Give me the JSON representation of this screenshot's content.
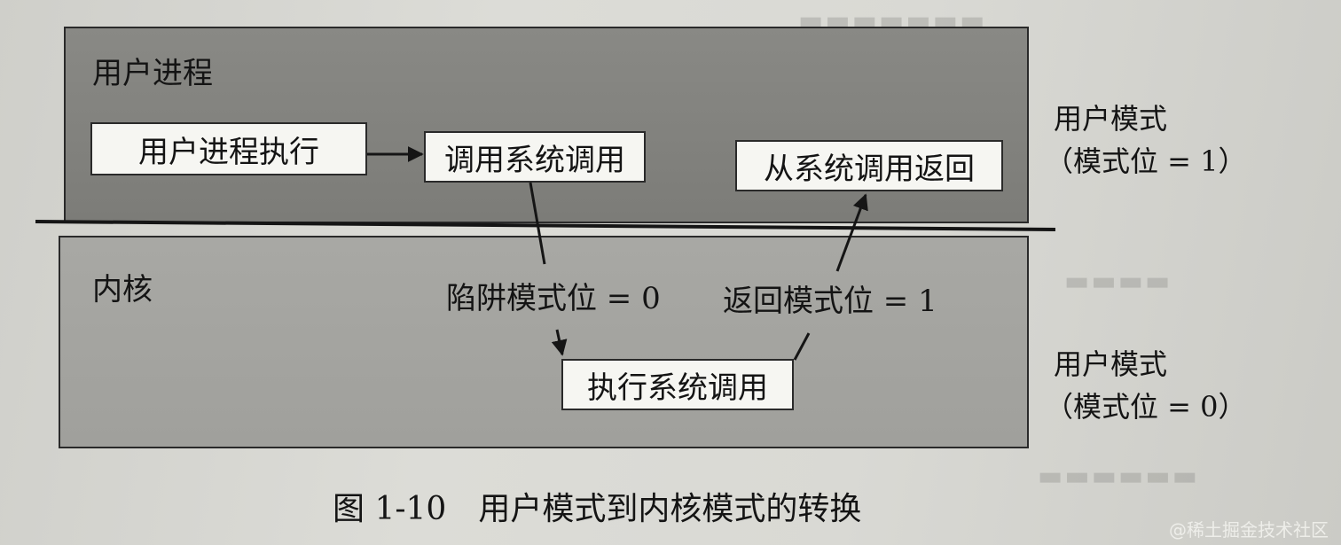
{
  "diagram": {
    "user_process_title": "用户进程",
    "kernel_title": "内核",
    "box_user_exec": "用户进程执行",
    "box_call_syscall": "调用系统调用",
    "box_return_syscall": "从系统调用返回",
    "box_exec_syscall": "执行系统调用",
    "trap_label": "陷阱模式位 = 0",
    "return_label": "返回模式位 = 1",
    "user_mode_label": "用户模式",
    "user_mode_bit": "（模式位 = 1）",
    "kernel_mode_label": "用户模式",
    "kernel_mode_bit": "（模式位 = 0）"
  },
  "caption": "图 1-10　用户模式到内核模式的转换",
  "watermark": "@稀土掘金技术社区"
}
